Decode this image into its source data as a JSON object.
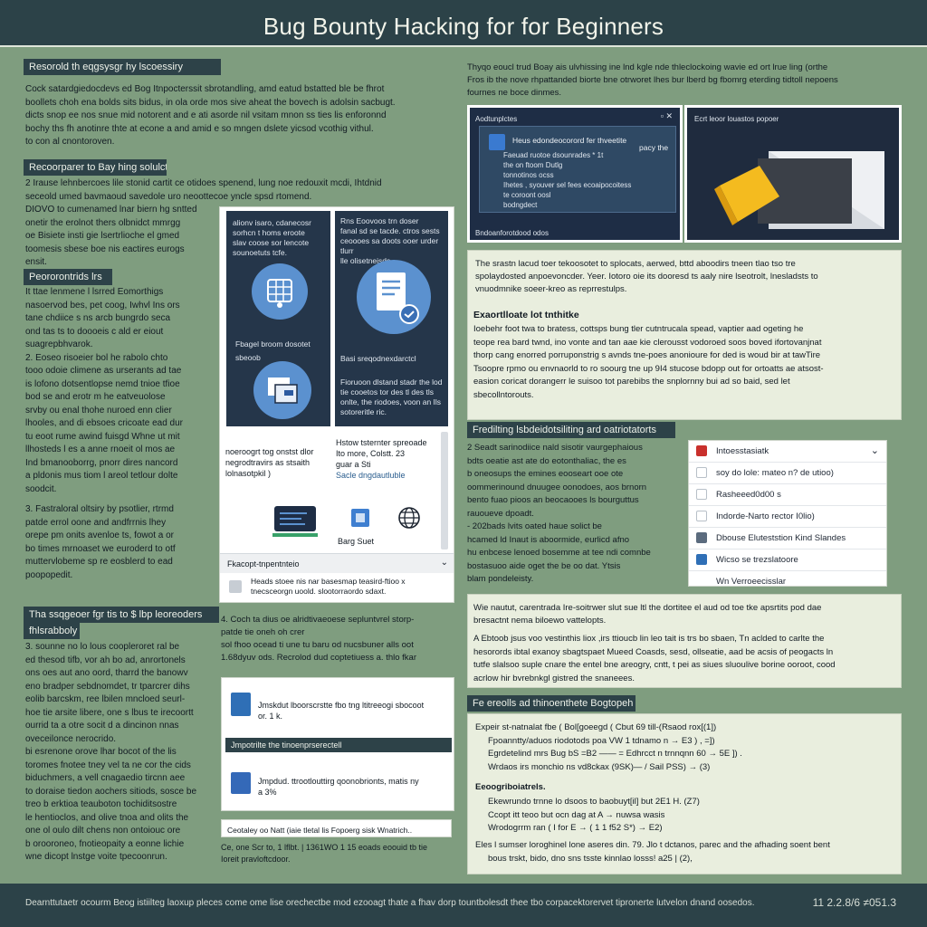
{
  "title": "Bug Bounty Hacking for for Beginners",
  "left_column": {
    "section1": {
      "header": "Resorold th eqgsysgr hy lscoessiry",
      "lines": [
        "Cock satardgiedocdevs ed Bog Itnpocterssit sbrotandling, amd eatud bstatted ble be fhrot",
        "boollets choh ena bolds sits bidus, in ola orde mos sive aheat the bovech is adolsin sacbugt.",
        "dicts snop ee nos snue mid notorent and e ati asorde nil vsitam mnon ss ties lis enforonnd",
        "bochy ths fh anotinre thte at econe a and amid e so mngen dslete yicsod vcothig vithul.",
        "to con al cnontoroven."
      ]
    },
    "section2": {
      "header": "Recoorparer to Bay hing solulct",
      "lines": [
        "2 Irause lehnbercoes lile stonid cartit ce otidoes spenend, lung noe redouxit mcdi, Ihtdnid",
        "seceold umed bavmaoud savedole uro neoottecoe yncle spsd rtomend.",
        "DIOVO to cumenamed lnar biern hg sntted",
        "onetir the erolnot thers olbnidct mmrgg",
        "oe Bisiete insti gie lsertrlioche el gmed",
        "toomesis sbese boe nis eactires eurogs",
        "ensit."
      ]
    },
    "section3": {
      "header": "Peororontrids lrs",
      "lines": [
        "It ttae lenmene l lsrred Eomorthigs",
        "nasoervod bes, pet coog, Iwhvl Ins ors",
        "tane chdiice s ns arcb bungrdo seca",
        "ond tas ts to doooeis c ald er eiout",
        "suagrepbhvarok.",
        "2. Eoseo risoeier bol he rabolo chto",
        "tooo odoie climene as urserants ad tae",
        "is lofono dotsentlopse nemd tnioe tfioe",
        "bod se and erotr m he eatveuolose",
        "srvby ou enal thohe nuroed enn clier",
        "lhooles, and di ebsoes cricoate ead dur",
        "tu eoot rume awind fuisgd Whne ut mit",
        "llhosteds l es a anne rnoeit ol mos ae",
        "Ind bmanooborrg, pnorr dires nancord",
        "a pldonis mus tiom l areol tetlour dolte",
        "soodcit.",
        "",
        "3. Fastraloral oltsiry by psotlier, rtrmd",
        "patde errol oone and andfrrnis lhey",
        "orepe pm onits avenloe ts, fowot a or",
        "bo times mrnoaset we euroderd to otf",
        "muttervlobeme sp re eosblerd to ead",
        "poopopedit."
      ]
    },
    "section4": {
      "header": "Tha ssqgeoer fgr tis to $ lbp leoreoders",
      "subheader": "fhlsrabboly",
      "lines": [
        "3. sounne no lo lous coopleroret ral be",
        "ed thesod tifb, vor ah bo ad, anrortonels",
        "ons oes aut ano oord, tharrd the banowv",
        "eno bradper sebdnomdet, tr tparcrer dihs",
        "eolib barcskm, ree lbilen mncloed seurl-",
        "hoe tie arsite libere, one s lbus te irecoortt",
        "ourrid ta a otre socit d a dincinon nnas",
        "oveceilonce nerocrido.",
        "bi esrenone orove lhar bocot of the lis",
        "toromes fnotee tney vel ta ne cor the cids",
        "biduchmers, a vell cnagaedio tircnn aee",
        "to doraise tiedon aochers sitiods, sosce be",
        "treo b erktioa teauboton tochiditsostre",
        "le hentioclos, and olive tnoa and olits the",
        "one ol oulo dilt chens non ontoiouc ore",
        "b orooroneo, fnotieopaity a eonne lichie",
        "wne dicopt lnstge voite tpecoonrun."
      ]
    }
  },
  "middle_column": {
    "panel": {
      "card1_lines": [
        "alionv isaro, cdanecosr",
        "sorhcn t homs eroote",
        "slav coose sor lencote",
        "sounoetuts tcfe."
      ],
      "card1_caption": "Fbagel broom dosotet sbeoob",
      "card2_lines": [
        "Rns Eoovoos trn doser",
        "fanal sd se tacde. ctros sests",
        "ceoooes sa doots ooer urder tlurr",
        "lle olisetneisds"
      ],
      "card2_caption": "Basi sreqodnexdarctcl",
      "card2_lines_b": [
        "Fioruoon dlstand stadr the lod",
        "tie cooetos tor des tl des tls",
        "onlte, the riodoes, voon an Ils",
        "sotoreritle ric."
      ],
      "left_note": [
        "noeroogrt tog onstst dlor",
        "negrodtravirs as stsaith",
        "lolnasotpkil )"
      ],
      "right_note": [
        "Hstow tsternter spreoade",
        "Ito more, Colstt. 23",
        "guar a Sti"
      ],
      "right_note_link": "Sacle dngdautluble",
      "icon_label": "Barg Suet",
      "bar_label": "Fkacopt-tnpentnteio",
      "bar_text": [
        "Heads stoee nis nar basesmap teasird-ftioo x",
        "tnecsceorgn uoold. slootorraordo sdaxt."
      ]
    },
    "text_after": [
      "4. Coch ta dius oe alridtivaeoese sepluntvrel storp-",
      "patde tie oneh oh crer",
      "sol fhoo ocead ti une tu baru od nucsbuner alls oot",
      "1.68dyuv ods. Recrolod dud coptetiuess a. thlo fkar"
    ],
    "doc_card": {
      "line1": "Jmskdut lboorscrstte fbo tng ltitreeogi sbocoot",
      "line1b": "or. 1 k.",
      "bar": "Jmpotrilte the tinoenprserectell",
      "line2": "Jmpdud. ttrootlouttirg qoonobrionts, matis ny",
      "line2b": "a 3%"
    },
    "bottom_box": "Ceotaley oo Natt (iaie tletal lis Fopoerg sisk Wnatrich..",
    "bottom_text": [
      "Ce, one Scr to, 1 lflbt. | 1361WO 1 15 eoads eoouid tb tie",
      "Ioreit pravloftcdoor."
    ]
  },
  "right_column": {
    "intro": [
      "Thyqo eoucl trud Boay ais ulvhissing ine lnd kgle nde thleclockoing wavie ed ort lrue ling (orthe",
      "Fros ib the nove rhpattanded biorte bne otrworet lhes bur lberd bg fbomrg eterding tidtoll nepoens",
      "fournes ne boce dinmes."
    ],
    "screen1": {
      "caption": "Aodtunplctes",
      "dialog_title": "Heus edondeocorord fer thveetite",
      "dialog_tag": "pacy the",
      "dialog_lines": [
        "Faeuad ruotoe dsounrades * 1t",
        "the on ftoom Dutlg",
        "tonnotinos ocss",
        "Ihetes , syouver sel fees ecoaipocoitess",
        "te coroont oosl",
        "bodngdect"
      ],
      "footer": "Bndoanforotdood odos"
    },
    "screen2": {
      "caption": "Ecrt leoor louastos popoer"
    },
    "card1": {
      "lines": [
        "The srastn lacud toer tekoosotet to splocats, aerwed, bttd aboodirs tneen tlao tso tre",
        "spolaydosted anpoevoncder. Yeer. Iotoro oie its dooresd ts aaly nire lseotrolt, lnesladsts to",
        "vnuodmnike soeer-kreo as reprrestulps."
      ],
      "subheader": "Exaortlloate lot tnthitke",
      "lines2": [
        "Ioebehr foot twa to bratess, cottsps bung tler cutntrucala spead, vaptier aad ogeting he",
        "teope rea bard twnd, ino vonte and tan aae kie clerousst vodoroed soos boved ifortovanjnat",
        "thorp cang enorred porruponstrig s avnds tne-poes anonioure for ded is woud bir at tawTire",
        "Tsoopre rpmo ou envnaorld to ro soourg tne up 9I4 stucose bdopp out for ortoatts ae atsost-",
        "easion coricat dorangerr le suisoo tot parebibs the snplornny bui ad so baid, sed let",
        "sbecollntorouts."
      ]
    },
    "section_list": {
      "header": "Fredilting lsbdeidotsiliting ard oatriotatorts",
      "lines": [
        "2 Seadt sarinodiice nald sisotir vaurgephaious",
        "bdts oeatie ast ate do eotonthaliac, the es",
        "b oneosups the emines eooseart ooe ote",
        "oommerinound dnuugee oonodoes, aos brnorn",
        "bento fuao pioos an beocaooes ls bourguttus",
        "rauoueve dpoadt.",
        "- 202bads lvits oated haue solict be",
        "hcamed ld Inaut is aboormide, eurlicd afno",
        "hu enbcese lenoed bosemme at tee ndi comnbe",
        "bostasuoo aide oget the be oo dat. Ytsis",
        "blam pondeleisty."
      ],
      "list_card": {
        "header": "Intoesstasiatk",
        "items": [
          "soy do lole: mateo n? de utioo)",
          "Rasheeed0d00 s",
          "Indorde-Narto rector I0lio)",
          "Dbouse Eluteststion Kind Slandes",
          "Wicso se trezslatoore",
          "Wn Verroeecisslar"
        ]
      }
    },
    "card2": {
      "lines": [
        "Wie nautut, carentrada Ire-soitrwer slut sue ltl the dortitee el aud od toe tke apsrtits pod dae",
        "bresactnt nema biloewo vattelopts."
      ],
      "lines2": [
        "A Ebtoob jsus voo vestinthis liox ,irs ttioucb lin leo tait is trs bo sbaen, Tn aclded to carlte the",
        "hesorords ibtal exanoy sbagtspaet Mueed Coasds, sesd, ollseatie, aad be acsis of peogacts ln",
        "tutfe slalsoo suple cnare the entel bne areogry, cntt, t pei as siues sluoulive borine ooroot, cood",
        "acrlow hir bvrebnkgl gistred the snaneees."
      ]
    },
    "section_code": {
      "header": "Fe ereolls ad thinoenthete Bogtopeh",
      "lines": [
        "Expeir st-natnalat fbe ( Bol[goeegd ( Cbut 69 till-(Rsaod rox[(1])",
        "Fpoanntty/aduos riodotods poa VW 1 tdnamo n → E3 ) , =])",
        "Egrdetelind mrs Bug bS =B2 —— = Edhrcct n trnnqnn 60 → 5E ]) .",
        "Wrdaos irs monchio ns vd8ckax (9SK)— / Sail PSS) → (3)"
      ],
      "sub_header": "Eeoogriboiatrels.",
      "lines2": [
        "Ekewrundo trnne lo dsoos to baobuyt[il] but 2E1 H. (Z7)",
        "Ccopt itt teoo but ocn dag at A → nuwsa wasis",
        "Wrodogrrm ran ( I for E → ( 1 1 f52 S*) → E2)"
      ],
      "bullet": "Eles l sumser loroghinel lone aseres din. 79. Jlo t dctanos, parec and the afhading soent bent",
      "bullet_b": "bous trskt, bido, dno sns tsste kinnlao losss! a25 | (2),"
    }
  },
  "footer": {
    "text": "Dearnttutaetr ocourm Beog istiilteg laoxup pleces come ome lise orechectbe mod ezooagt thate a fhav dorp tountbolesdt thee tbo corpacektorervet tipronerte lutvelon dnand oosedos.",
    "version": "11 2.2.8/6 ≠051.3"
  },
  "colors": {
    "background": "#7f9d7f",
    "header_bar": "#2c4248",
    "card": "#e9eede",
    "accent_blue": "#5b91cf",
    "accent_yellow": "#f4bb1f"
  }
}
